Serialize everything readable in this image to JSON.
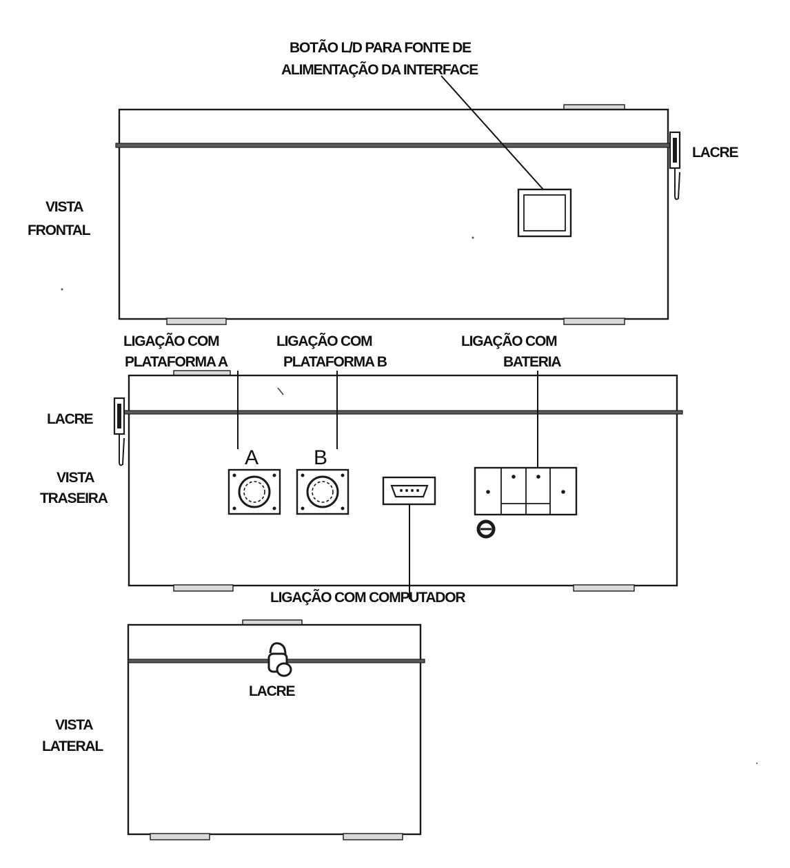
{
  "colors": {
    "ink": "#111111",
    "line": "#1a1a1a",
    "band": "#5a5a5a",
    "background": "#ffffff"
  },
  "front_view": {
    "name": "VISTA FRONTAL",
    "line1": "VISTA",
    "line2": "FRONTAL",
    "switch_callout_line1": "BOTÃO L/D PARA FONTE DE",
    "switch_callout_line2": "ALIMENTAÇÃO DA INTERFACE",
    "seal_label": "LACRE"
  },
  "rear_view": {
    "line1": "VISTA",
    "line2": "TRASEIRA",
    "seal_label": "LACRE",
    "connector_a_letter": "A",
    "connector_b_letter": "B",
    "platform_a_line1": "LIGAÇÃO COM",
    "platform_a_line2": "PLATAFORMA A",
    "platform_b_line1": "LIGAÇÃO COM",
    "platform_b_line2": "PLATAFORMA B",
    "battery_line1": "LIGAÇÃO COM",
    "battery_line2": "BATERIA",
    "computer_label": "LIGAÇÃO COM COMPUTADOR"
  },
  "side_view": {
    "line1": "VISTA",
    "line2": "LATERAL",
    "seal_label": "LACRE"
  }
}
